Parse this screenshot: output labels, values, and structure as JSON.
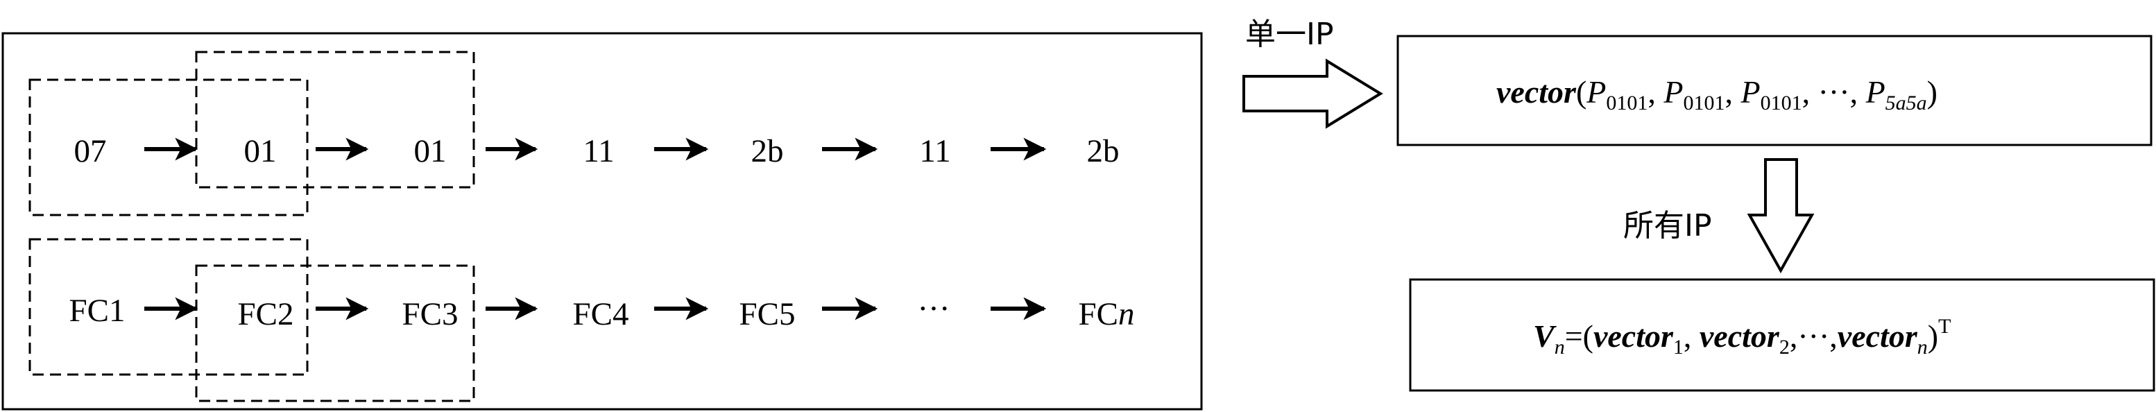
{
  "left_panel": {
    "hex_sequence": [
      "07",
      "01",
      "01",
      "11",
      "2b",
      "11",
      "2b"
    ],
    "fc_sequence": [
      {
        "base": "FC",
        "index": "1"
      },
      {
        "base": "FC",
        "index": "2"
      },
      {
        "base": "FC",
        "index": "3"
      },
      {
        "base": "FC",
        "index": "4"
      },
      {
        "base": "FC",
        "index": "5"
      },
      {
        "base": "···",
        "index": ""
      },
      {
        "base": "FC",
        "index": "n"
      }
    ]
  },
  "single_ip_label": "单一IP",
  "all_ip_label": "所有IP",
  "vector_box": {
    "func": "vector",
    "symbol": "P",
    "subscripts": [
      "0101",
      "0101",
      "0101",
      "5a5a"
    ],
    "ellipsis": "···"
  },
  "result_box": {
    "lhs": "V",
    "lhs_sub": "n",
    "items": [
      {
        "name": "vector",
        "sub": "1"
      },
      {
        "name": "vector",
        "sub": "2"
      },
      {
        "name": "vector",
        "sub": "n"
      }
    ],
    "ellipsis": "···",
    "superscript": "T"
  }
}
